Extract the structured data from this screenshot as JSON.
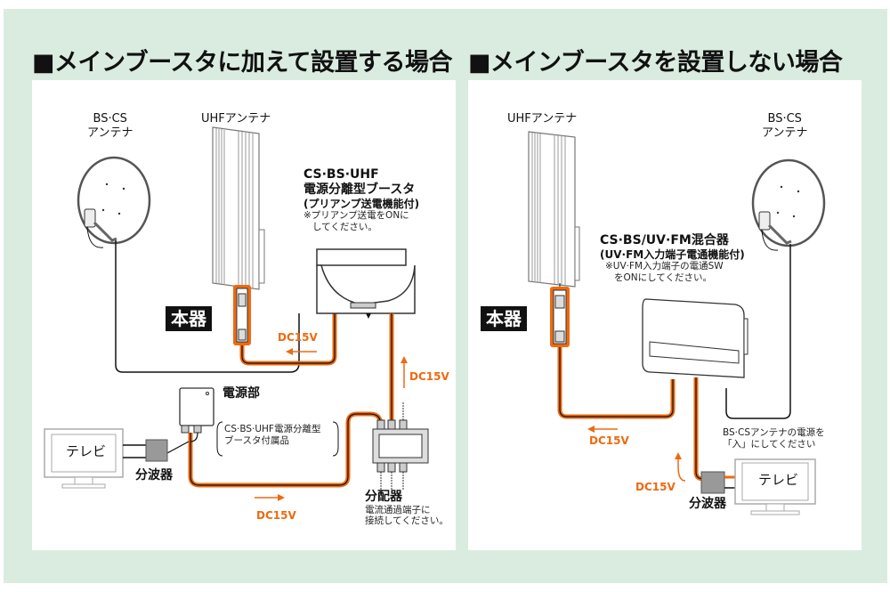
{
  "colors": {
    "background": "#daece0",
    "panel": "#ffffff",
    "accent_orange": "#ee6a10",
    "line": "#111111"
  },
  "left_panel": {
    "heading": "■メインブースタに加えて設置する場合",
    "bs_cs_antenna": {
      "line1": "BS·CS",
      "line2": "アンテナ"
    },
    "uhf_antenna": "UHFアンテナ",
    "booster": {
      "line1": "CS·BS·UHF",
      "line2": "電源分離型ブースタ",
      "line3": "(プリアンプ送電機能付)",
      "note1": "※プリアンプ送電をONに",
      "note2": "してください。"
    },
    "product_badge": "本器",
    "dc_label_booster": "DC15V",
    "dc_label_vertical": "DC15V",
    "dc_label_bottom": "DC15V",
    "power_unit": {
      "title": "電源部",
      "note1": "CS·BS·UHF電源分離型",
      "note2": "ブースタ付属品"
    },
    "tv": "テレビ",
    "diplexer": "分波器",
    "distributor": {
      "title": "分配器",
      "note1": "電流通過端子に",
      "note2": "接続してください。"
    }
  },
  "right_panel": {
    "heading": "■メインブースタを設置しない場合",
    "uhf_antenna": "UHFアンテナ",
    "bs_cs_antenna": {
      "line1": "BS·CS",
      "line2": "アンテナ"
    },
    "mixer": {
      "line1": "CS·BS/UV·FM混合器",
      "line2": "(UV·FM入力端子電通機能付)",
      "note1": "※UV·FM入力端子の電通SW",
      "note2": "をONにしてください。"
    },
    "product_badge": "本器",
    "dc_label_left": "DC15V",
    "dc_label_diplexer": "DC15V",
    "bs_power_note1": "BS·CSアンテナの電源を",
    "bs_power_note2": "「入」にしてください",
    "tv": "テレビ",
    "diplexer": "分波器"
  }
}
